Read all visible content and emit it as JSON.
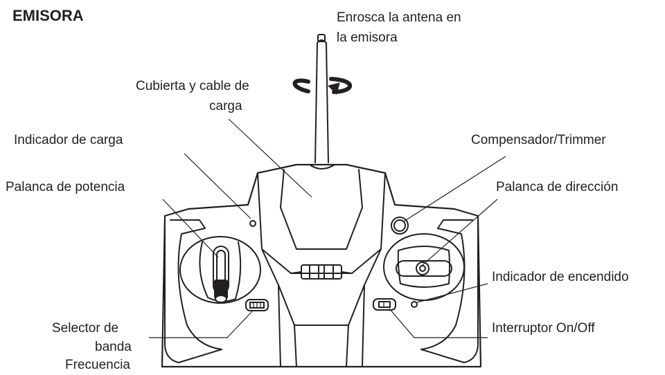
{
  "title": "EMISORA",
  "labels": {
    "antenna_line1": "Enrosca la antena en",
    "antenna_line2": "la emisora",
    "cover_line1": "Cubierta y cable de",
    "cover_line2": "carga",
    "charge_indicator": "Indicador de carga",
    "power_lever": "Palanca de potencia",
    "trimmer": "Compensador/Trimmer",
    "steering_lever": "Palanca de dirección",
    "power_indicator": "Indicador de encendido",
    "on_off": "Interruptor On/Off",
    "band_line1": "Selector de",
    "band_line2": "banda",
    "band_line3": "Frecuencia"
  }
}
